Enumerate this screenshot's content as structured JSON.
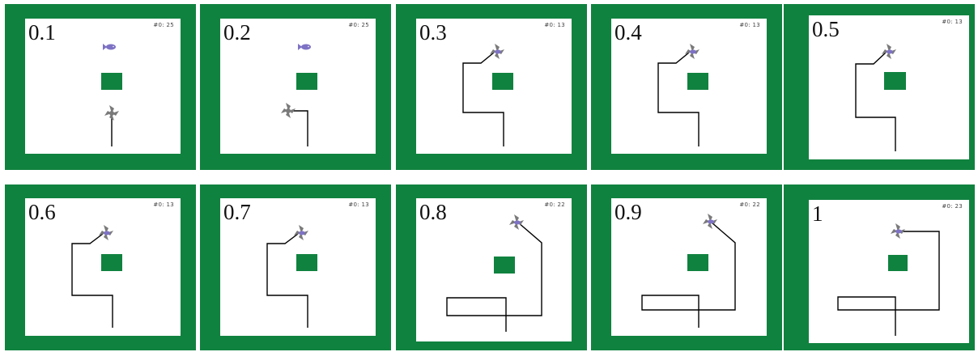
{
  "colors": {
    "border": "#10823f",
    "target": "#10823f",
    "arena": "#ffffff",
    "agent": "#7a7a7a",
    "fish": "#7d72c4",
    "path": "#000000"
  },
  "icons": {
    "agent": "pinwheel-agent-icon",
    "fish": "fish-icon",
    "target": "green-square-target"
  },
  "panels": [
    {
      "label": "0.1",
      "score": "#0: 25",
      "agent_state": "alone",
      "fish_visible": true
    },
    {
      "label": "0.2",
      "score": "#0: 25",
      "agent_state": "alone",
      "fish_visible": true
    },
    {
      "label": "0.3",
      "score": "#0: 13",
      "agent_state": "with-fish",
      "fish_visible": false
    },
    {
      "label": "0.4",
      "score": "#0: 13",
      "agent_state": "with-fish",
      "fish_visible": false
    },
    {
      "label": "0.5",
      "score": "#0: 13",
      "agent_state": "with-fish",
      "fish_visible": false
    },
    {
      "label": "0.6",
      "score": "#0: 13",
      "agent_state": "with-fish",
      "fish_visible": false
    },
    {
      "label": "0.7",
      "score": "#0: 13",
      "agent_state": "with-fish",
      "fish_visible": false
    },
    {
      "label": "0.8",
      "score": "#0: 22",
      "agent_state": "with-fish",
      "fish_visible": false
    },
    {
      "label": "0.9",
      "score": "#0: 22",
      "agent_state": "with-fish",
      "fish_visible": false
    },
    {
      "label": "1",
      "score": "#0: 23",
      "agent_state": "with-fish",
      "fish_visible": false
    }
  ]
}
